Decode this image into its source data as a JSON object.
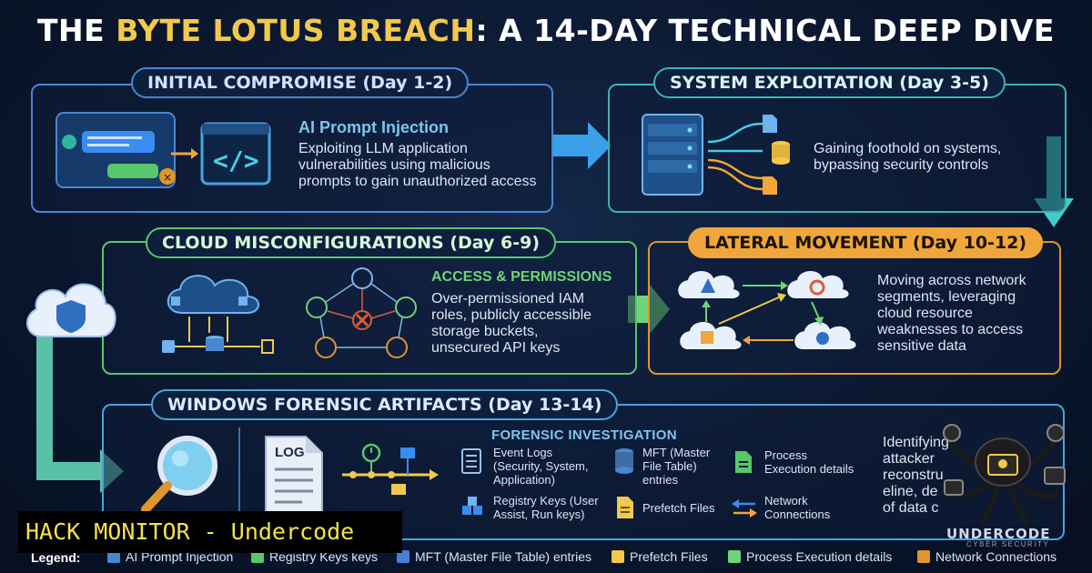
{
  "title": {
    "prefix": "THE ",
    "highlight": "BYTE LOTUS BREACH",
    "suffix": ": A 14-DAY TECHNICAL DEEP DIVE"
  },
  "phases": {
    "initial": {
      "heading": "INITIAL COMPROMISE (Day 1-2)",
      "subtitle": "AI Prompt Injection",
      "lines": [
        "Exploiting LLM application",
        "vulnerabilities using malicious",
        "prompts to gain unauthorized access"
      ]
    },
    "system": {
      "heading": "SYSTEM EXPLOITATION (Day 3-5)",
      "lines": [
        "Gaining foothold on systems,",
        "bypassing security controls"
      ]
    },
    "cloud": {
      "heading": "CLOUD MISCONFIGURATIONS (Day 6-9)",
      "subtitle": "ACCESS & PERMISSIONS",
      "lines": [
        "Over-permissioned IAM",
        "roles, publicly accessible",
        "storage buckets,",
        "unsecured API keys"
      ]
    },
    "lateral": {
      "heading": "LATERAL MOVEMENT (Day 10-12)",
      "lines": [
        "Moving across network",
        "segments, leveraging",
        "cloud resource",
        "weaknesses to access",
        "sensitive data"
      ]
    },
    "windows": {
      "heading": "WINDOWS FORENSIC ARTIFACTS (Day 13-14)",
      "log_label": "LOG",
      "subtitle": "FORENSIC INVESTIGATION",
      "items": {
        "event_logs": [
          "Event Logs",
          "(Security, System,",
          "Application)"
        ],
        "mft": [
          "MFT (Master",
          "File Table)",
          "entries"
        ],
        "process": [
          "Process",
          "Execution details"
        ],
        "registry": [
          "Registry Keys (User",
          "Assist, Run keys)"
        ],
        "prefetch": [
          "Prefetch Files"
        ],
        "network": [
          "Network",
          "Connections"
        ]
      },
      "lines": [
        "Identifying",
        "attacker",
        "reconstru",
        "eline, de",
        "of data c"
      ]
    }
  },
  "banner": "HACK MONITOR - Undercode",
  "legend": {
    "label": "Legend:",
    "items": [
      {
        "label": "AI Prompt Injection",
        "color": "#4a86d0"
      },
      {
        "label": "Registry Keys keys",
        "color": "#58c76a"
      },
      {
        "label": "MFT (Master File Table) entries",
        "color": "#4a7fd6"
      },
      {
        "label": "Prefetch Files",
        "color": "#f2c94c"
      },
      {
        "label": "Process Execution details",
        "color": "#6fd37a"
      },
      {
        "label": "Network Connections",
        "color": "#e0952e"
      }
    ]
  },
  "watermark": {
    "name": "UNDERCODE",
    "tag": "CYBER SECURITY"
  },
  "colors": {
    "initial": "#4a86d0",
    "system": "#3bb3b3",
    "cloud": "#58c76a",
    "lateral": "#e0952e",
    "windows": "#4aa3e0",
    "highlight": "#f2c94c"
  }
}
